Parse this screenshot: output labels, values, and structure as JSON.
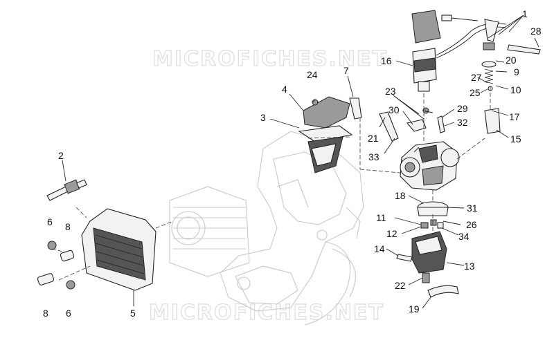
{
  "watermark": {
    "top": "MICROFICHES.NET",
    "bottom": "MICROFICHES.NET"
  },
  "callouts": [
    {
      "id": "c1",
      "text": "1"
    },
    {
      "id": "c2",
      "text": "2"
    },
    {
      "id": "c3",
      "text": "3"
    },
    {
      "id": "c4",
      "text": "4"
    },
    {
      "id": "c5",
      "text": "5"
    },
    {
      "id": "c6a",
      "text": "6"
    },
    {
      "id": "c6b",
      "text": "6"
    },
    {
      "id": "c7",
      "text": "7"
    },
    {
      "id": "c8a",
      "text": "8"
    },
    {
      "id": "c8b",
      "text": "8"
    },
    {
      "id": "c9",
      "text": "9"
    },
    {
      "id": "c10",
      "text": "10"
    },
    {
      "id": "c11",
      "text": "11"
    },
    {
      "id": "c12",
      "text": "12"
    },
    {
      "id": "c13",
      "text": "13"
    },
    {
      "id": "c14",
      "text": "14"
    },
    {
      "id": "c15",
      "text": "15"
    },
    {
      "id": "c16",
      "text": "16"
    },
    {
      "id": "c17",
      "text": "17"
    },
    {
      "id": "c18",
      "text": "18"
    },
    {
      "id": "c19",
      "text": "19"
    },
    {
      "id": "c20",
      "text": "20"
    },
    {
      "id": "c21",
      "text": "21"
    },
    {
      "id": "c22",
      "text": "22"
    },
    {
      "id": "c23",
      "text": "23"
    },
    {
      "id": "c24",
      "text": "24"
    },
    {
      "id": "c25",
      "text": "25"
    },
    {
      "id": "c26",
      "text": "26"
    },
    {
      "id": "c27",
      "text": "27"
    },
    {
      "id": "c28",
      "text": "28"
    },
    {
      "id": "c29",
      "text": "29"
    },
    {
      "id": "c30",
      "text": "30"
    },
    {
      "id": "c31",
      "text": "31"
    },
    {
      "id": "c32",
      "text": "32"
    },
    {
      "id": "c33",
      "text": "33"
    },
    {
      "id": "c34",
      "text": "34"
    }
  ]
}
